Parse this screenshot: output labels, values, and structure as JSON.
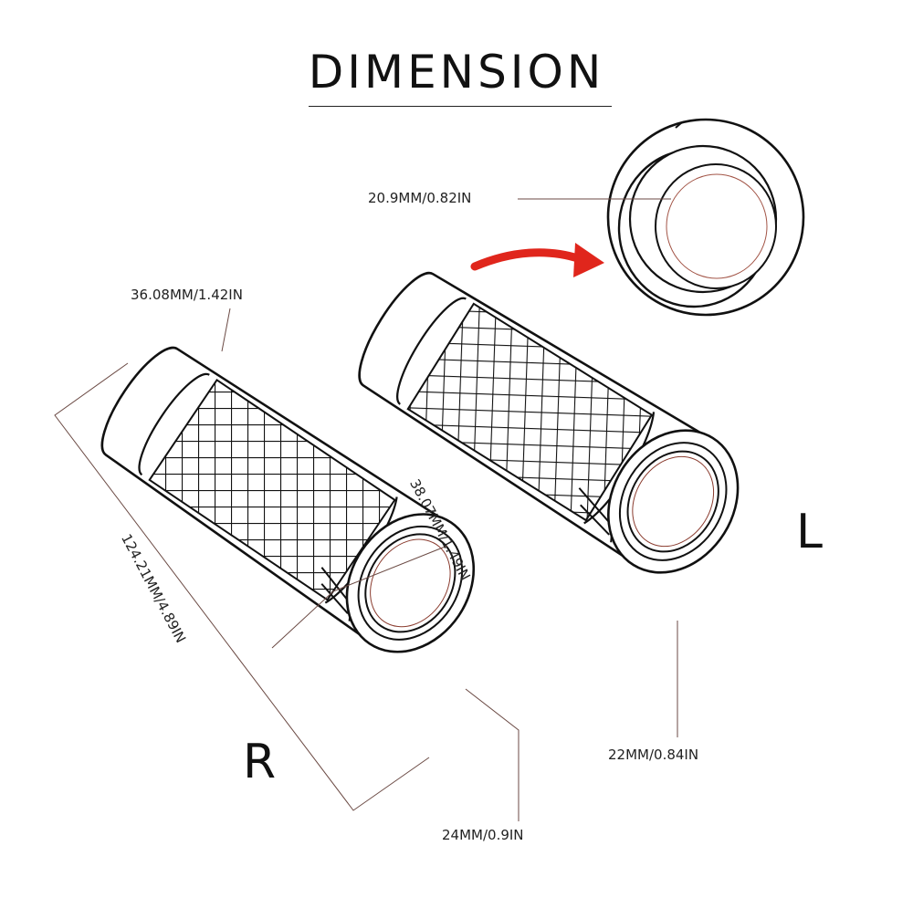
{
  "title": "DIMENSION",
  "sides": {
    "right": "R",
    "left": "L"
  },
  "dimensions": {
    "top_diameter": "36.08MM/1.42IN",
    "length": "124.21MM/4.89IN",
    "body_diameter": "38.07MM/1.49IN",
    "right_bore": "24MM/0.9IN",
    "left_bore": "22MM/0.84IN",
    "inner_bore": "20.9MM/0.82IN"
  },
  "colors": {
    "line": "#111111",
    "dimension_line": "#6b4a44",
    "arrow": "#e0261c"
  }
}
